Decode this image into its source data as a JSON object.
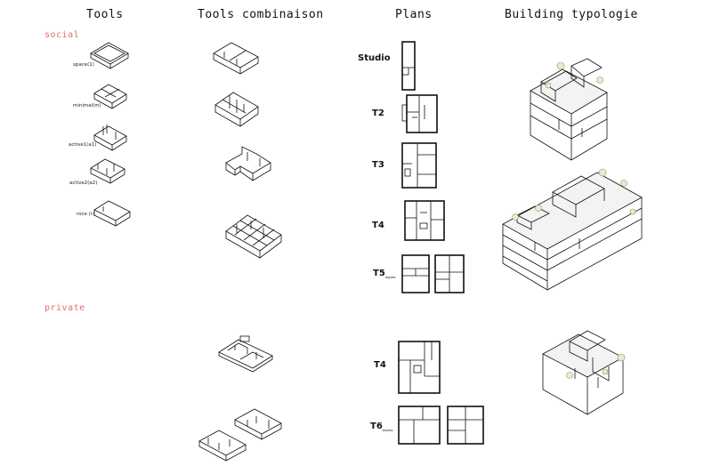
{
  "headers": {
    "tools": "Tools",
    "combinaison": "Tools combinaison",
    "plans": "Plans",
    "typologie": "Building typologie"
  },
  "sections": {
    "social": "social",
    "private": "private"
  },
  "tools": [
    "space(1)",
    "minimal(m)",
    "active1(a1)",
    "active2(a2)",
    "roce (r)"
  ],
  "plans_social": [
    {
      "name": "Studio",
      "sub": ""
    },
    {
      "name": "T2",
      "sub": ""
    },
    {
      "name": "T3",
      "sub": ""
    },
    {
      "name": "T4",
      "sub": ""
    },
    {
      "name": "T5",
      "sub": "duplex"
    }
  ],
  "plans_private": [
    {
      "name": "T4",
      "sub": ""
    },
    {
      "name": "T6",
      "sub": "duplex"
    }
  ],
  "colors": {
    "section_label": "#e46a6a",
    "tree": "#e7eccf"
  }
}
